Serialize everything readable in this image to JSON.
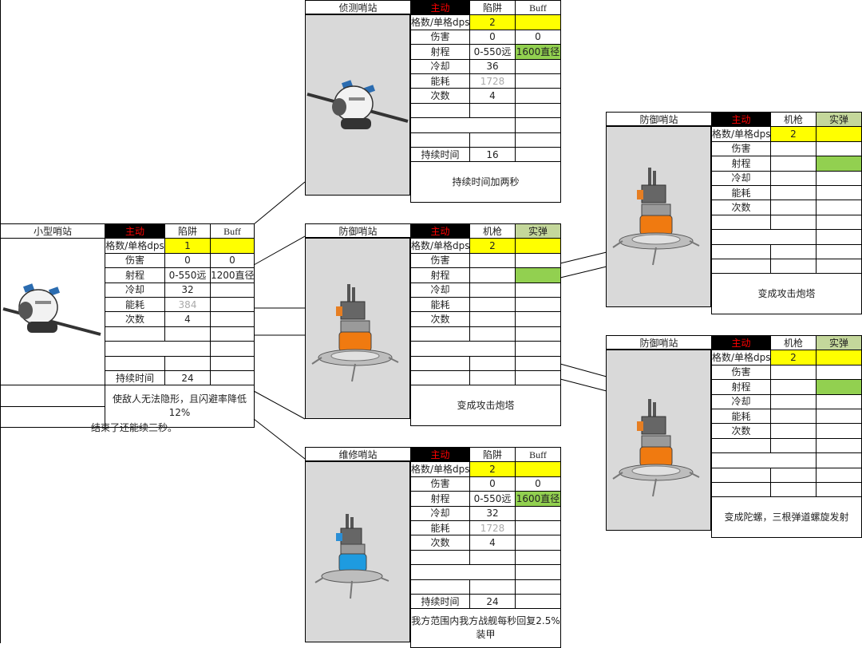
{
  "labels": {
    "active": "主动",
    "dps": "格数/单格dps",
    "damage": "伤害",
    "range": "射程",
    "cooldown": "冷却",
    "energy": "能耗",
    "count": "次数",
    "duration": "持续时间"
  },
  "small_sentry": {
    "title": "小型哨站",
    "col_trap": "陷阱",
    "col_buff": "Buff",
    "dps": "1",
    "damage": "0",
    "damage_buff": "0",
    "range": "0-550远",
    "range_buff": "1200直径",
    "cooldown": "32",
    "energy": "384",
    "count": "4",
    "duration": "24",
    "note": "使敌人无法隐形，且闪避率降低12%",
    "extra_note": "结束了还能续三秒。",
    "icon": "small-sentry-ship"
  },
  "recon_sentry": {
    "title": "侦测哨站",
    "col_trap": "陷阱",
    "col_buff": "Buff",
    "dps": "2",
    "damage": "0",
    "damage_buff": "0",
    "range": "0-550远",
    "range_buff": "1600直径",
    "cooldown": "36",
    "energy": "1728",
    "count": "4",
    "duration": "16",
    "note": "持续时间加两秒",
    "icon": "recon-sentry-ship"
  },
  "defense_sentry_mid": {
    "title": "防御哨站",
    "col_gun": "机枪",
    "col_shell": "实弹",
    "dps": "2",
    "note": "变成攻击炮塔",
    "icon": "defense-sentry-turret"
  },
  "repair_sentry": {
    "title": "维修哨站",
    "col_trap": "陷阱",
    "col_buff": "Buff",
    "dps": "2",
    "damage": "0",
    "damage_buff": "0",
    "range": "0-550远",
    "range_buff": "1600直径",
    "cooldown": "32",
    "energy": "1728",
    "count": "4",
    "duration": "24",
    "note": "我方范围内我方战舰每秒回复2.5%装甲",
    "icon": "repair-sentry-turret"
  },
  "defense_sentry_top": {
    "title": "防御哨站",
    "col_gun": "机枪",
    "col_shell": "实弹",
    "dps": "2",
    "note": "变成攻击炮塔",
    "icon": "defense-sentry-turret"
  },
  "defense_sentry_bottom": {
    "title": "防御哨站",
    "col_gun": "机枪",
    "col_shell": "实弹",
    "dps": "2",
    "note": "变成陀螺，三根弹道螺旋发射",
    "icon": "defense-sentry-turret"
  },
  "colors": {
    "active_bg": "#000000",
    "active_text": "#ff0000",
    "highlight_yellow": "#ffff00",
    "highlight_green": "#92d050",
    "header_green": "#c4d79b",
    "image_bg": "#d9d9d9",
    "dim_text": "#aaaaaa"
  }
}
